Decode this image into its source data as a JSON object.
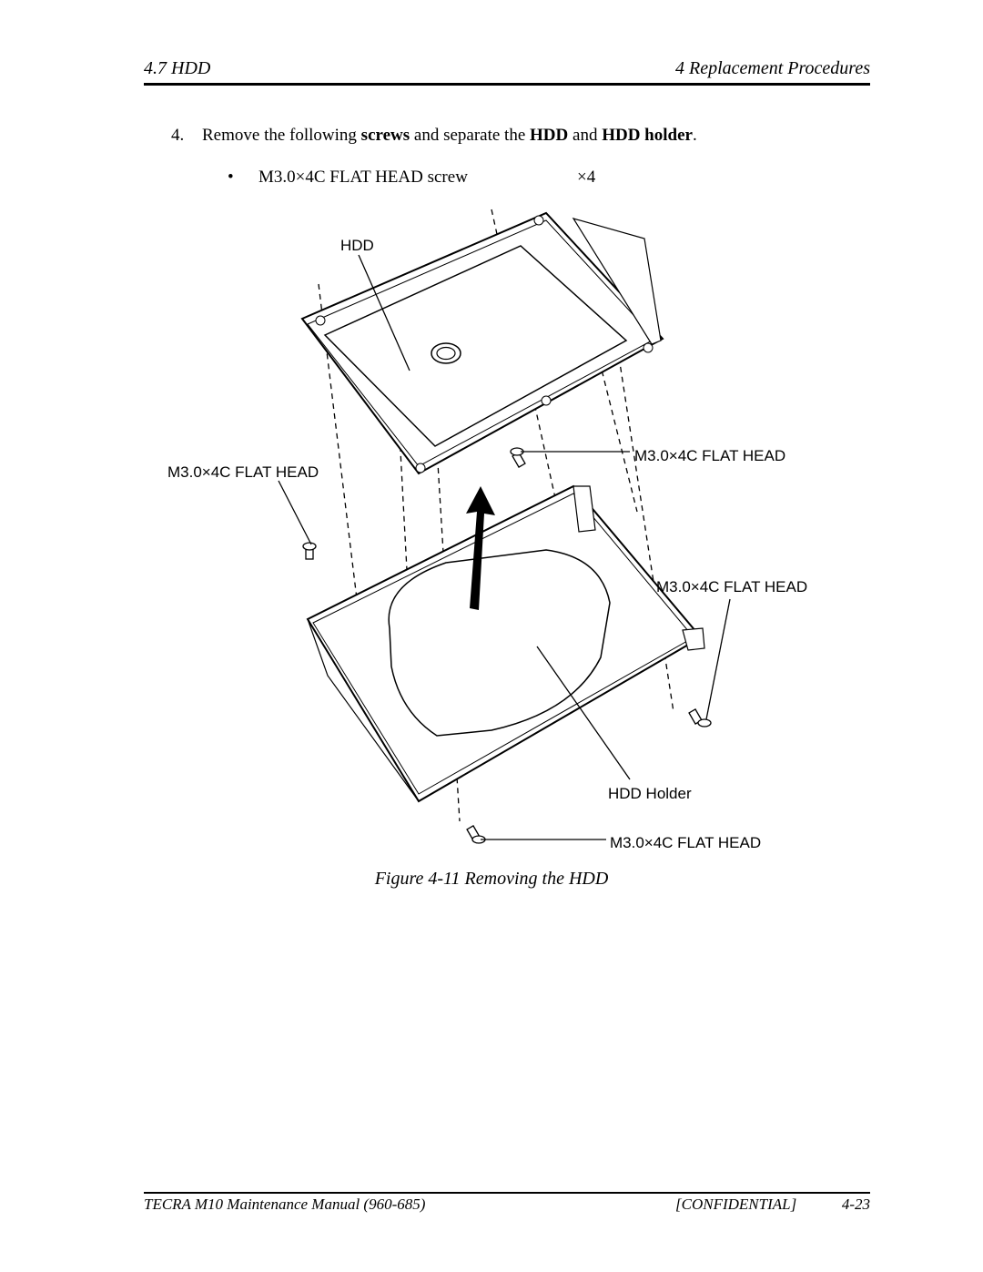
{
  "header": {
    "section": "4.7 HDD",
    "chapter": "4 Replacement Procedures"
  },
  "step": {
    "number": "4.",
    "text_before": "Remove the following ",
    "bold_screws": "screws",
    "text_middle": " and separate the ",
    "bold_hdd": "HDD",
    "text_and": " and ",
    "bold_holder": "HDD holder",
    "text_end": "."
  },
  "bullet": {
    "symbol": "•",
    "screw": "M3.0×4C   FLAT HEAD screw",
    "count": "×4"
  },
  "figure": {
    "labels": {
      "hdd": "HDD",
      "screw_left": "M3.0×4C FLAT HEAD",
      "screw_top_right": "M3.0×4C FLAT HEAD",
      "screw_right": "M3.0×4C FLAT HEAD",
      "hdd_holder": "HDD Holder",
      "screw_bottom": "M3.0×4C FLAT HEAD"
    },
    "caption": "Figure 4-11   Removing the HDD"
  },
  "footer": {
    "manual": "TECRA M10 Maintenance Manual (960-685)",
    "confidential": "[CONFIDENTIAL]",
    "page": "4-23"
  }
}
